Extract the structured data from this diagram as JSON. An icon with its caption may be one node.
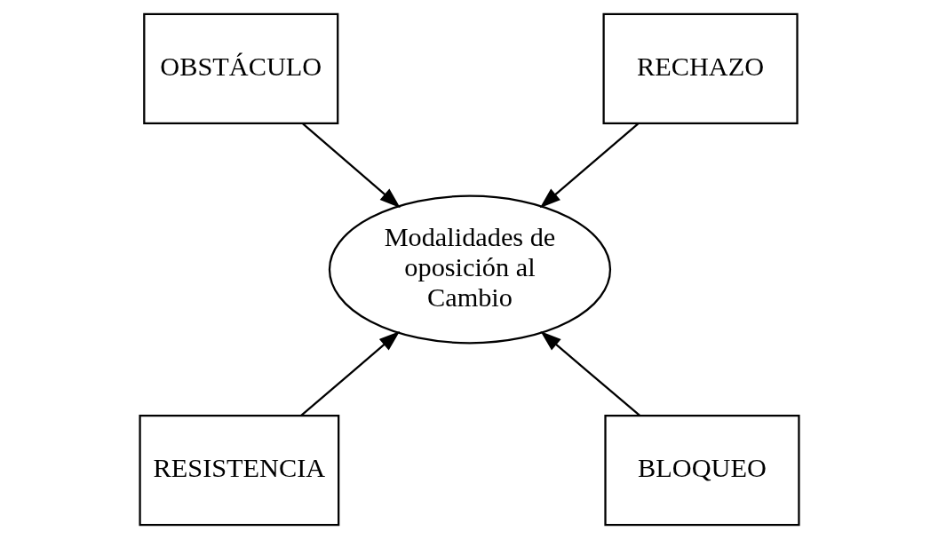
{
  "diagram": {
    "nodes": [
      {
        "text": [
          "OBSTÁCULO"
        ]
      },
      {
        "text": [
          "RECHAZO"
        ]
      },
      {
        "text": [
          "Modalidades de oposición al Cambio"
        ]
      },
      {
        "text": [
          "RESISTENCIA"
        ]
      },
      {
        "text": [
          "BLOQUEO"
        ]
      }
    ],
    "edges": [
      {
        "from": 0,
        "to": 2,
        "arrow": "to"
      },
      {
        "from": 1,
        "to": 2,
        "arrow": "to"
      },
      {
        "from": 3,
        "to": 2,
        "arrow": "to"
      },
      {
        "from": 4,
        "to": 2,
        "arrow": "to"
      }
    ]
  }
}
